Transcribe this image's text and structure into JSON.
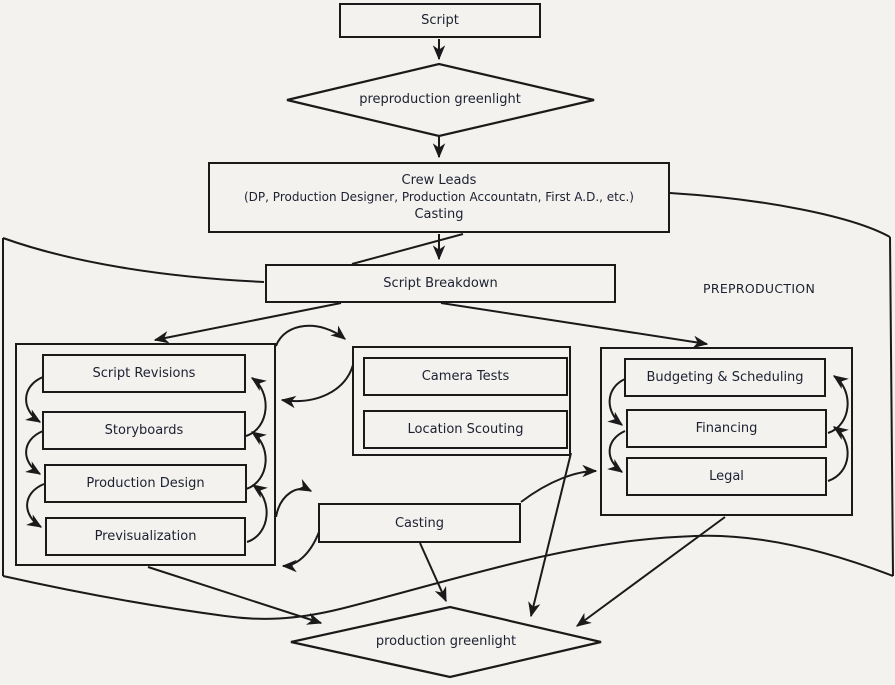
{
  "diagram": {
    "phase_label": "PREPRODUCTION",
    "nodes": {
      "script": "Script",
      "preproduction_greenlight": "preproduction greenlight",
      "crew_leads_line1": "Crew Leads",
      "crew_leads_line2": "(DP, Production Designer, Production Accountatn, First A.D., etc.)",
      "crew_leads_line3": "Casting",
      "script_breakdown": "Script Breakdown",
      "script_revisions": "Script Revisions",
      "storyboards": "Storyboards",
      "production_design": "Production Design",
      "previsualization": "Previsualization",
      "camera_tests": "Camera Tests",
      "location_scouting": "Location Scouting",
      "budgeting_scheduling": "Budgeting & Scheduling",
      "financing": "Financing",
      "legal": "Legal",
      "casting": "Casting",
      "production_greenlight": "production greenlight"
    },
    "edges": [
      {
        "from": "Script",
        "to": "preproduction greenlight"
      },
      {
        "from": "preproduction greenlight",
        "to": "Crew Leads"
      },
      {
        "from": "Crew Leads",
        "to": "Script Breakdown"
      },
      {
        "from": "Script Breakdown",
        "to": "Crew Leads"
      },
      {
        "from": "Script Breakdown",
        "to": "creative group (Script Revisions...)"
      },
      {
        "from": "Script Breakdown",
        "to": "business group (Budgeting...)"
      },
      {
        "from": "Script Revisions",
        "to": "Storyboards",
        "style": "loop"
      },
      {
        "from": "Storyboards",
        "to": "Production Design",
        "style": "loop"
      },
      {
        "from": "Production Design",
        "to": "Previsualization",
        "style": "loop"
      },
      {
        "from": "Budgeting & Scheduling",
        "to": "Financing",
        "style": "loop"
      },
      {
        "from": "Financing",
        "to": "Legal",
        "style": "loop"
      },
      {
        "from": "creative group",
        "to": "tests group (Camera Tests...)",
        "style": "loop"
      },
      {
        "from": "creative group",
        "to": "Casting",
        "style": "loop"
      },
      {
        "from": "Casting",
        "to": "Legal"
      },
      {
        "from": "Casting",
        "to": "production greenlight"
      },
      {
        "from": "creative group",
        "to": "production greenlight"
      },
      {
        "from": "tests group",
        "to": "production greenlight"
      },
      {
        "from": "business group",
        "to": "production greenlight"
      }
    ],
    "colors": {
      "stroke": "#1a1a1a",
      "text": "#1c2130",
      "background": "#f3f2ef"
    }
  }
}
